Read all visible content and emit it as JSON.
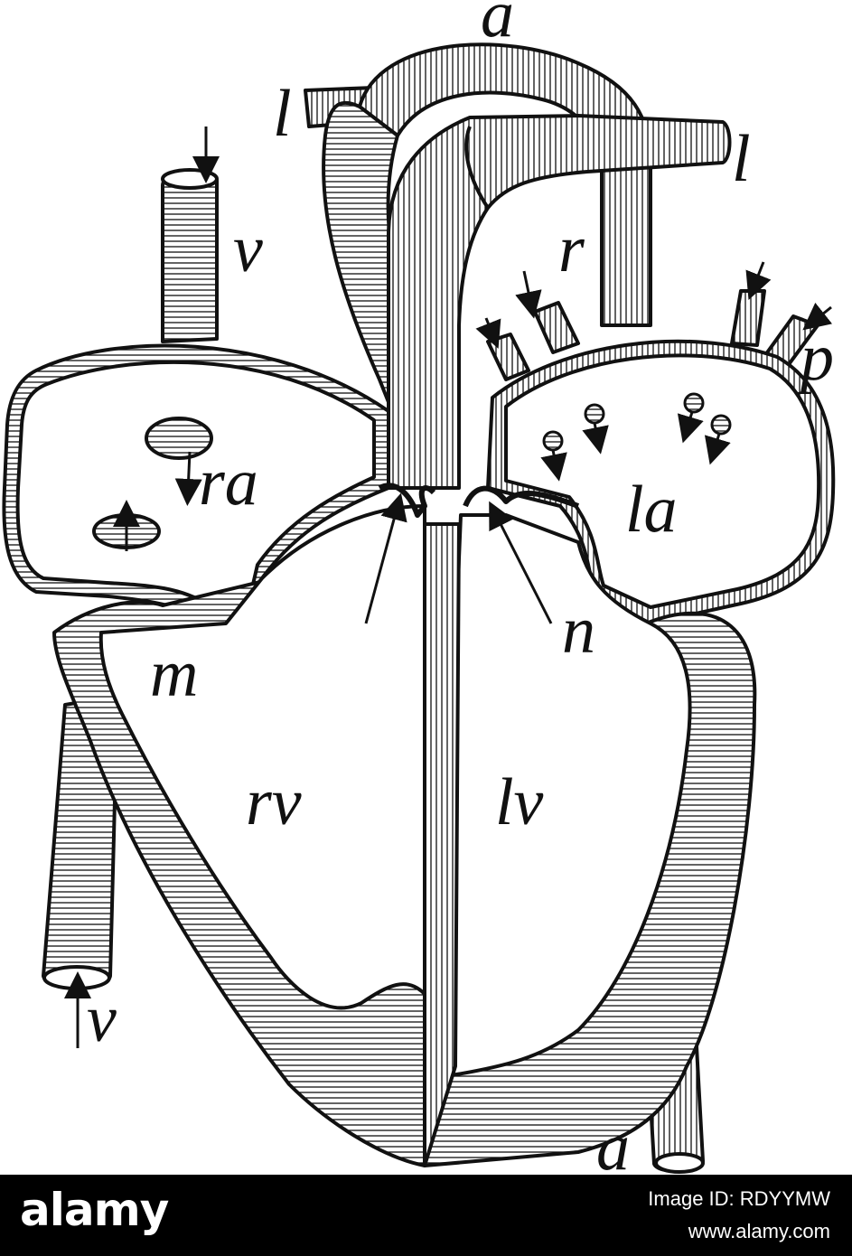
{
  "diagram": {
    "labels": {
      "a_top": "a",
      "l_left": "l",
      "l_right": "l",
      "v_top": "v",
      "r": "r",
      "p": "p",
      "ra": "ra",
      "la": "la",
      "n": "n",
      "m": "m",
      "rv": "rv",
      "lv": "lv",
      "v_bottom": "v",
      "a_bottom": "a"
    },
    "colors": {
      "ink": "#111111",
      "paper": "#ffffff",
      "banner": "#000000"
    }
  },
  "footer": {
    "logo": "alamy",
    "image_id": "Image ID: RDYYMW",
    "url": "www.alamy.com"
  }
}
